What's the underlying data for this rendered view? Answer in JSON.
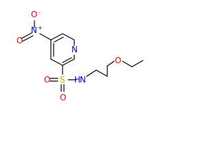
{
  "diagram": {
    "type": "chemical-structure",
    "atom_labels": {
      "nitro_oxygen_top": "O",
      "nitro_oxygen_charge": "-",
      "nitro_nitrogen": "N",
      "nitro_nitrogen_charge": "+",
      "nitro_oxygen_left": "O",
      "ring_nitrogen": "N",
      "ether_oxygen": "O",
      "sulfonyl_sulfur": "S",
      "sulfonyl_oxygen_left": "O",
      "sulfonyl_oxygen_bottom": "O",
      "amide_nitrogen": "N",
      "amide_hydrogen": "H"
    },
    "colors": {
      "bond": "#000000",
      "oxygen": "#ff0000",
      "nitrogen": "#0000ff",
      "sulfur": "#b8b800"
    }
  }
}
